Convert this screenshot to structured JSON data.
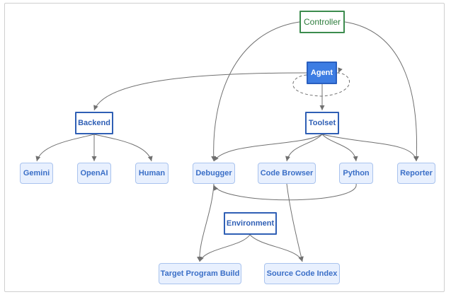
{
  "diagram": {
    "nodes": {
      "controller": "Controller",
      "agent": "Agent",
      "backend": "Backend",
      "toolset": "Toolset",
      "gemini": "Gemini",
      "openai": "OpenAI",
      "human": "Human",
      "debugger": "Debugger",
      "code_browser": "Code Browser",
      "python": "Python",
      "reporter": "Reporter",
      "environment": "Environment",
      "target_program_build": "Target Program Build",
      "source_code_index": "Source Code Index"
    },
    "edges": [
      {
        "from": "Controller",
        "to": "Debugger"
      },
      {
        "from": "Controller",
        "to": "Reporter"
      },
      {
        "from": "Agent",
        "to": "Backend"
      },
      {
        "from": "Agent",
        "to": "Toolset"
      },
      {
        "from": "Agent",
        "to": "Agent",
        "style": "dashed"
      },
      {
        "from": "Backend",
        "to": "Gemini"
      },
      {
        "from": "Backend",
        "to": "OpenAI"
      },
      {
        "from": "Backend",
        "to": "Human"
      },
      {
        "from": "Toolset",
        "to": "Debugger"
      },
      {
        "from": "Toolset",
        "to": "Code Browser"
      },
      {
        "from": "Toolset",
        "to": "Python"
      },
      {
        "from": "Toolset",
        "to": "Reporter"
      },
      {
        "from": "Python",
        "to": "Debugger"
      },
      {
        "from": "Debugger",
        "to": "Target Program Build"
      },
      {
        "from": "Code Browser",
        "to": "Source Code Index"
      },
      {
        "from": "Environment",
        "to": "Target Program Build"
      },
      {
        "from": "Environment",
        "to": "Source Code Index"
      }
    ],
    "colors": {
      "leaf_fill": "#e8f0fe",
      "group_border": "#2f5fb5",
      "agent_fill": "#3d7de3",
      "controller_border": "#3c8c4e",
      "edge": "#707070"
    }
  }
}
